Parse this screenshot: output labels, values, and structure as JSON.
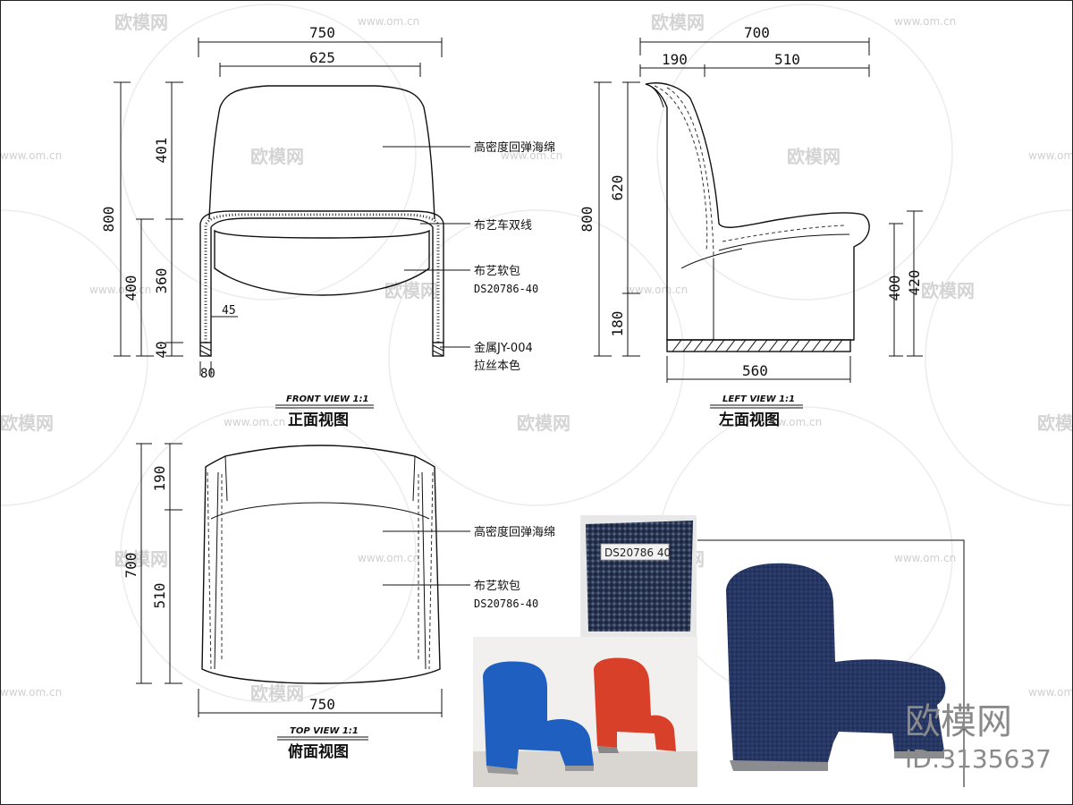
{
  "watermark": {
    "brand": "欧模网",
    "url": "www.om.cn",
    "id_text": "ID:3135637"
  },
  "front_view": {
    "title_en": "FRONT VIEW 1:1",
    "title_zh": "正面视图",
    "dim_width_total": "750",
    "dim_width_inner": "625",
    "dim_height_total": "800",
    "dim_back": "401",
    "dim_seat": "360",
    "dim_base": "40",
    "dim_leg": "45",
    "dim_foot": "80",
    "dim_seat_height": "400"
  },
  "left_view": {
    "title_en": "LEFT VIEW 1:1",
    "title_zh": "左面视图",
    "dim_depth_total": "700",
    "dim_back_depth": "190",
    "dim_seat_depth": "510",
    "dim_height_total": "800",
    "dim_back_height": "620",
    "dim_base_height": "180",
    "dim_seat_height": "400",
    "dim_arm_height": "420",
    "dim_base_width": "560"
  },
  "top_view": {
    "title_en": "TOP VIEW 1:1",
    "title_zh": "俯面视图",
    "dim_width": "750",
    "dim_depth_total": "700",
    "dim_back_depth": "190",
    "dim_seat_depth": "510"
  },
  "callouts": {
    "foam": "高密度回弹海绵",
    "stitch": "布艺车双线",
    "fabric": "布艺软包",
    "fabric_code": "DS20786-40",
    "metal": "金属JY-004",
    "metal_finish": "拉丝本色"
  },
  "swatch_label": "DS20786 40",
  "colors": {
    "blue_chair": "#1f5fbf",
    "red_chair": "#d8402a",
    "navy_chair": "#26335e"
  }
}
